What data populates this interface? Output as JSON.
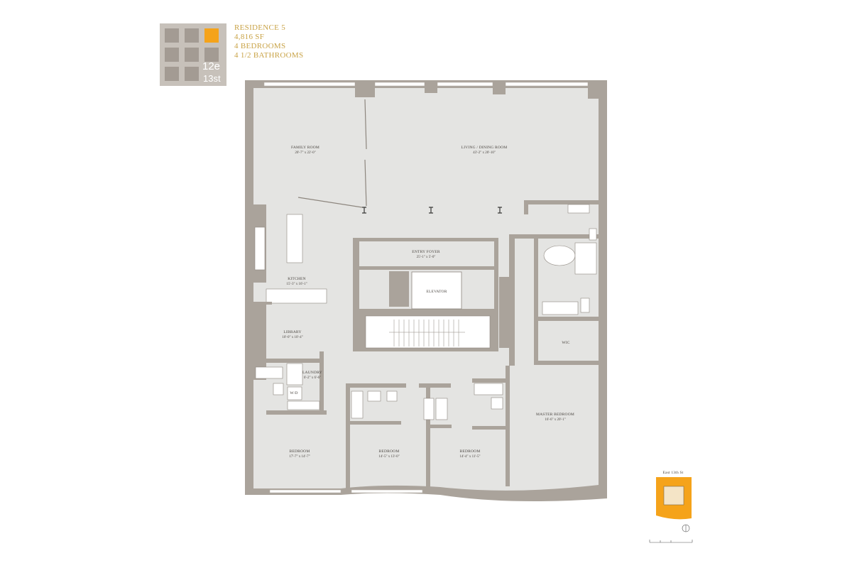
{
  "logo": {
    "line1": "12e",
    "line2": "13st"
  },
  "residence": {
    "name": "RESIDENCE 5",
    "area": "4,816 SF",
    "bedrooms": "4 BEDROOMS",
    "bathrooms": "4 1/2 BATHROOMS"
  },
  "rooms": {
    "family_room": {
      "name": "FAMILY ROOM",
      "dim": "20'-7\" x 22'-0\""
    },
    "living_dining": {
      "name": "LIVING / DINING ROOM",
      "dim": "43'-2\" x 20'-10\""
    },
    "entry_foyer": {
      "name": "ENTRY FOYER",
      "dim": "25'-1\" x 5'-0\""
    },
    "elevator": {
      "name": "ELEVATOR"
    },
    "kitchen": {
      "name": "KITCHEN",
      "dim": "15'-3\" x 16'-1\""
    },
    "library": {
      "name": "LIBRARY",
      "dim": "10'-0\" x 10'-4\""
    },
    "laundry": {
      "name": "LAUNDRY",
      "dim": "6'-2\" x 6'-6\""
    },
    "wd": {
      "name": "W/D"
    },
    "wic": {
      "name": "WIC"
    },
    "master_bedroom": {
      "name": "MASTER BEDROOM",
      "dim": "16'-6\" x 20'-1\""
    },
    "bedroom_1": {
      "name": "BEDROOM",
      "dim": "17'-7\" x 14'-7\""
    },
    "bedroom_2": {
      "name": "BEDROOM",
      "dim": "14'-5\" x 13'-0\""
    },
    "bedroom_3": {
      "name": "BEDROOM",
      "dim": "14'-4\" x 11'-5\""
    }
  },
  "keyplan": {
    "street": "East 13th St"
  },
  "colors": {
    "wall": "#aaa39b",
    "floor": "#e4e4e2",
    "accent_orange": "#f5a31a",
    "header_gold": "#c9a347"
  },
  "icons": [
    "north-arrow-icon",
    "scale-bar-icon"
  ]
}
